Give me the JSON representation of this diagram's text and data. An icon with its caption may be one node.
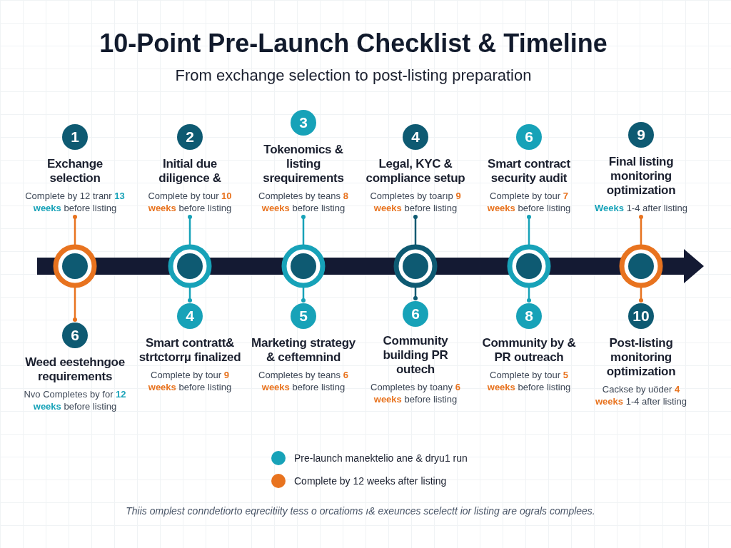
{
  "diagram": {
    "title": "10-Point Pre-Launch Checklist & Timeline",
    "nodes": [
      {
        "text": [
          "1",
          "Exchange selection",
          "Complete by 12 tranr 13 weeks before listing"
        ]
      },
      {
        "text": [
          "2",
          "Initial due diligence &",
          "Complete by tour 10 weeks before listing"
        ]
      },
      {
        "text": [
          "3",
          "Tokenomics & listing srequirements",
          "Completes by teans 8 weeks before listing"
        ]
      },
      {
        "text": [
          "4",
          "Legal, KYC & compliance setup",
          "Completes by toarıp 9 weeks before listing"
        ]
      },
      {
        "text": [
          "6",
          "Smart contract security audit",
          "Complete by tour 7 weeks before listing"
        ]
      },
      {
        "text": [
          "9",
          "Final listing monitoring optimization",
          "Weeks 1-4 after listing"
        ]
      },
      {
        "text": [],
        "shape": "circle"
      },
      {
        "text": [],
        "shape": "circle"
      },
      {
        "text": [],
        "shape": "circle"
      },
      {
        "text": [],
        "shape": "circle"
      },
      {
        "text": [],
        "shape": "circle"
      },
      {
        "text": [],
        "shape": "circle"
      },
      {
        "text": [
          "6",
          "Weed eestehngoe requirements",
          "Nvo Completes by for 12 weeks before listing"
        ]
      },
      {
        "text": [
          "4",
          "Smart contratt& strtctorrµ finalized",
          "Complete by tour 9 weeks before listing"
        ]
      },
      {
        "text": [
          "5",
          "Marketing strategy & ceftemnind",
          "Completes by teans 6 weeks before listing"
        ]
      },
      {
        "text": [
          "6",
          "Community building PR outech",
          "Completes by toany 6 weeks before listing"
        ]
      },
      {
        "text": [
          "8",
          "Community by & PR outreach",
          "Complete by tour 5 weeks before listing"
        ]
      },
      {
        "text": [
          "10",
          "Post-listing monitoring optimization",
          "Cackse by uöder 4 weeks 1-4 after listing"
        ]
      }
    ],
    "edges": [
      {
        "from": 0,
        "to": 6,
        "arrow": "other",
        "color": "#e8731f"
      },
      {
        "from": 1,
        "to": 7,
        "arrow": "other"
      },
      {
        "from": 2,
        "to": 8,
        "arrow": "other"
      },
      {
        "from": 3,
        "to": 9,
        "arrow": "other",
        "color": "#0e5a72"
      },
      {
        "from": 4,
        "to": 10,
        "arrow": "other"
      },
      {
        "from": 5,
        "to": 11,
        "arrow": "other",
        "color": "#e8731f"
      },
      {
        "from": 12,
        "to": 6,
        "arrow": "other",
        "color": "#e8731f"
      },
      {
        "from": 13,
        "to": 7,
        "arrow": "other"
      },
      {
        "from": 14,
        "to": 8,
        "arrow": "other"
      },
      {
        "from": 15,
        "to": 9,
        "arrow": "other",
        "color": "#0e5a72"
      },
      {
        "from": 16,
        "to": 10,
        "arrow": "other"
      },
      {
        "from": 17,
        "to": 11,
        "arrow": "other",
        "color": "#e8731f"
      }
    ],
    "labels": [
      "From exchange selection to post-listing preparation",
      "Thiis omplest conndetiorto eqrecitiity tess o orcatioms ı& exeunces scelectt ior listing are ograls complees."
    ],
    "legend": [
      {
        "text": "Pre-launch manektelio ane & dryu1 run",
        "color": "#17a2b8"
      },
      {
        "text": "Complete by 12 weeks after listing",
        "color": "#e8731f"
      }
    ]
  }
}
